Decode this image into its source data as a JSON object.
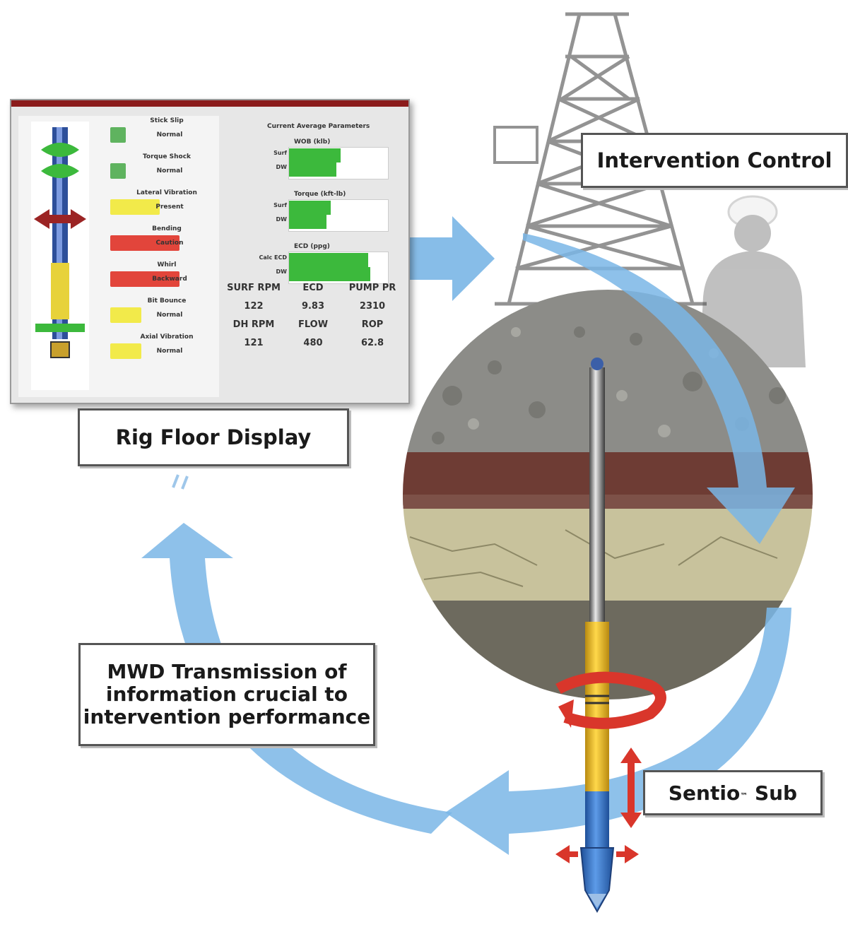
{
  "labels": {
    "intervention_control": "Intervention Control",
    "rig_floor_display": "Rig Floor Display",
    "mwd_lines": [
      "MWD Transmission of",
      "information crucial to",
      "intervention performance"
    ],
    "sentio_name": "Sentio",
    "sentio_mark": "™",
    "sentio_suffix": "Sub"
  },
  "display": {
    "indicators": [
      {
        "label": "Stick Slip",
        "value": "Normal",
        "color": "#5fb35f"
      },
      {
        "label": "Torque Shock",
        "value": "Normal",
        "color": "#5fb35f"
      },
      {
        "label": "Lateral Vibration",
        "value": "Present",
        "color": "#f2ea4a"
      },
      {
        "label": "Bending",
        "value": "Caution",
        "color": "#e2453b"
      },
      {
        "label": "Whirl",
        "value": "Backward",
        "color": "#e2453b"
      },
      {
        "label": "Bit Bounce",
        "value": "Normal",
        "color": "#f2ea4a"
      },
      {
        "label": "Axial Vibration",
        "value": "Normal",
        "color": "#f2ea4a"
      }
    ],
    "params_title": "Current Average Parameters",
    "bar_groups": [
      {
        "title": "WOB (klb)",
        "rows": [
          {
            "label": "Surf",
            "fraction": 0.52
          },
          {
            "label": "DW",
            "fraction": 0.48
          }
        ]
      },
      {
        "title": "Torque (kft-lb)",
        "rows": [
          {
            "label": "Surf",
            "fraction": 0.42
          },
          {
            "label": "DW",
            "fraction": 0.38
          }
        ]
      },
      {
        "title": "ECD (ppg)",
        "rows": [
          {
            "label": "Calc ECD",
            "fraction": 0.8
          },
          {
            "label": "DW",
            "fraction": 0.82
          }
        ]
      }
    ],
    "grid_headers_1": [
      "SURF RPM",
      "ECD",
      "PUMP PR"
    ],
    "grid_values_1": [
      "122",
      "9.83",
      "2310"
    ],
    "grid_headers_2": [
      "DH RPM",
      "FLOW",
      "ROP"
    ],
    "grid_values_2": [
      "121",
      "480",
      "62.8"
    ]
  },
  "colors": {
    "arrow_blue": "#7ab6e6",
    "rotation_red": "#d9362b",
    "tool_yellow": "#f2c12e",
    "tool_blue": "#2f6fc0",
    "titlebar": "#8b1b1b"
  }
}
